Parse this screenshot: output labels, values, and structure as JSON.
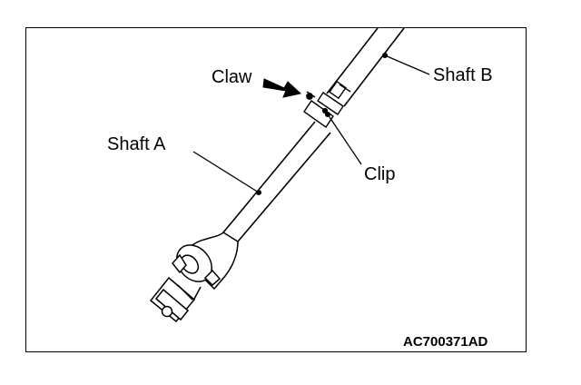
{
  "labels": {
    "claw": "Claw",
    "shaft_b": "Shaft B",
    "shaft_a": "Shaft A",
    "clip": "Clip"
  },
  "figure_code": "AC700371AD",
  "icons": {
    "arrow": "arrow-icon"
  }
}
